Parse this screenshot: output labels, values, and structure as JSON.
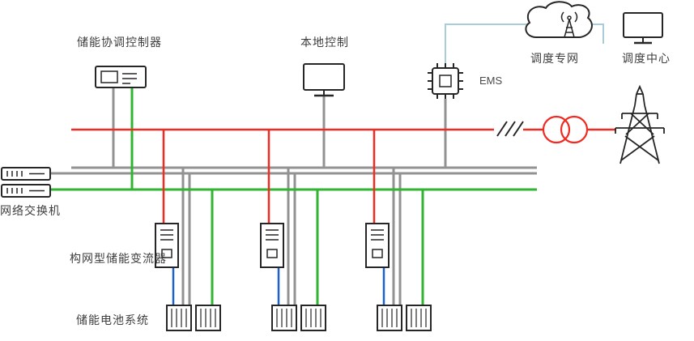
{
  "labels": {
    "coordinator": "储能协调控制器",
    "local_control": "本地控制",
    "ems": "EMS",
    "dispatch_network": "调度专网",
    "dispatch_center": "调度中心",
    "network_switch": "网络交换机",
    "converter": "构网型储能变流器",
    "battery_system": "储能电池系统"
  },
  "colors": {
    "power_red": "#ef2b23",
    "comm_gray": "#929292",
    "comm_green": "#31b431",
    "dc_blue": "#1d62c8",
    "ems_link_blue": "#a8ccd8",
    "icon_ink": "#262626",
    "label_ink": "#3d3d3d"
  },
  "counts": {
    "converter_units": 3,
    "battery_containers": 6,
    "network_switches": 2
  }
}
